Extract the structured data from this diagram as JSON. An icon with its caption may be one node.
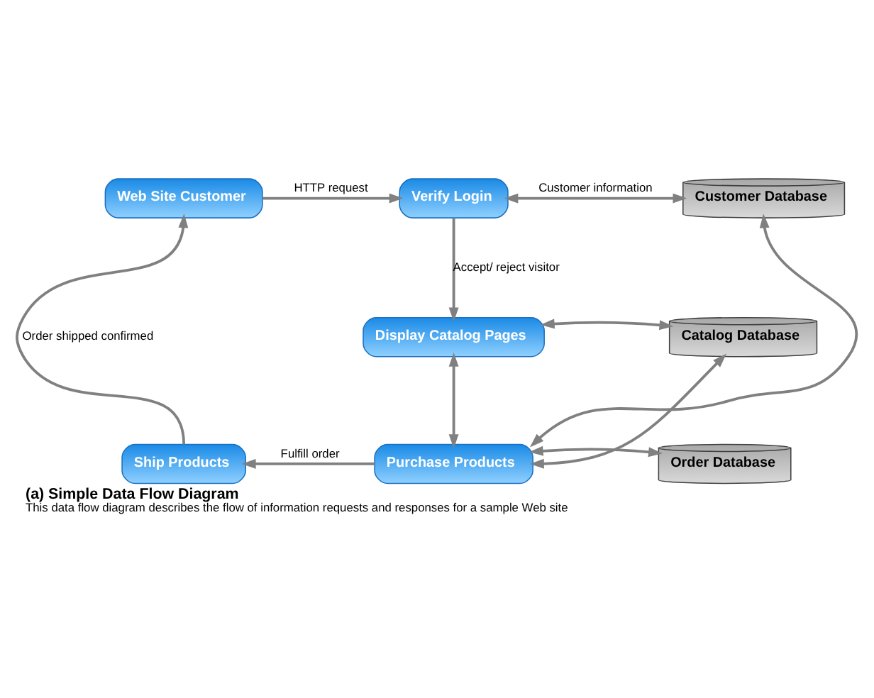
{
  "diagram": {
    "title": "(a) Simple Data Flow Diagram",
    "caption": "This data flow diagram describes the flow of information requests and responses for a sample Web site",
    "nodes": [
      {
        "text": [
          "Web Site Customer"
        ]
      },
      {
        "text": [
          "Verify Login"
        ]
      },
      {
        "text": [
          "Customer Database"
        ]
      },
      {
        "text": [
          "Display Catalog Pages"
        ]
      },
      {
        "text": [
          "Catalog Database"
        ]
      },
      {
        "text": [
          "Ship Products"
        ]
      },
      {
        "text": [
          "Purchase Products"
        ]
      },
      {
        "text": [
          "Order Database"
        ]
      }
    ],
    "edges": [
      {
        "from": 0,
        "to": 1,
        "arrow": "to",
        "label": "HTTP request"
      },
      {
        "from": 1,
        "to": 2,
        "arrow": "both",
        "label": "Customer information"
      },
      {
        "from": 1,
        "to": 3,
        "arrow": "to",
        "label": "Accept/ reject visitor"
      },
      {
        "from": 3,
        "to": 4,
        "arrow": "both"
      },
      {
        "from": 3,
        "to": 6,
        "arrow": "both"
      },
      {
        "from": 6,
        "to": 2,
        "arrow": "both"
      },
      {
        "from": 6,
        "to": 4,
        "arrow": "both"
      },
      {
        "from": 6,
        "to": 7,
        "arrow": "both"
      },
      {
        "from": 6,
        "to": 5,
        "arrow": "to",
        "label": "Fulfill order"
      },
      {
        "from": 5,
        "to": 0,
        "arrow": "to",
        "label": "Order shipped confirmed"
      }
    ]
  }
}
